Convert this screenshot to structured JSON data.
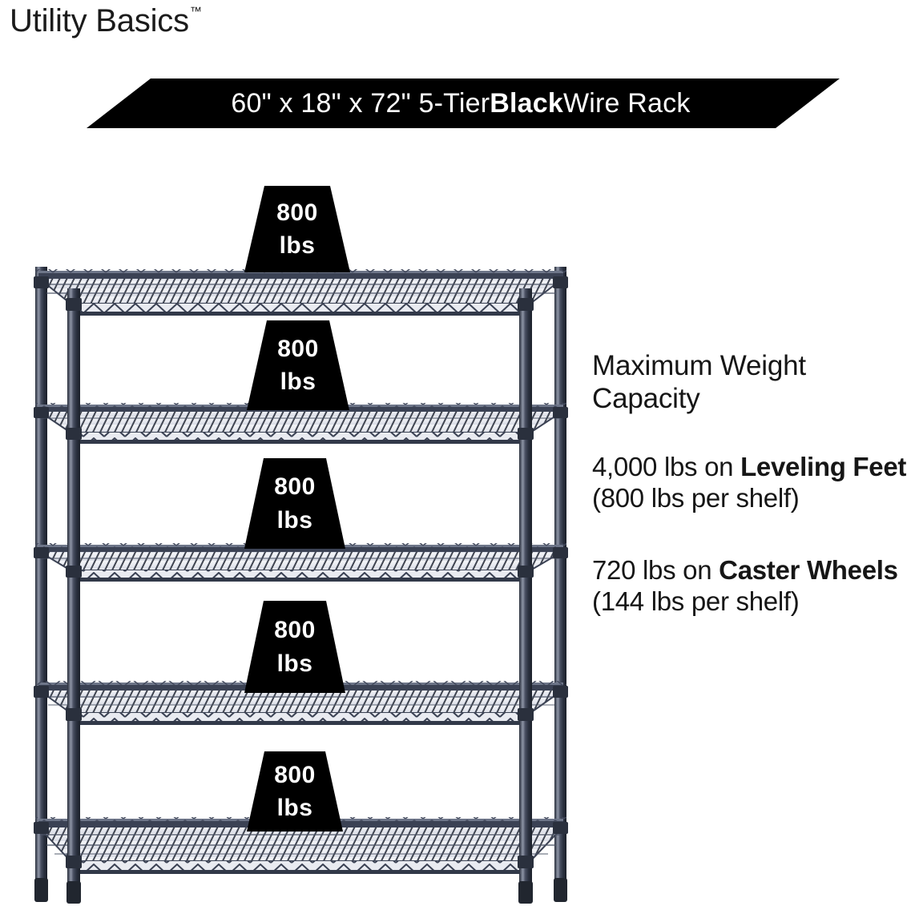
{
  "brand": {
    "name": "Utility Basics",
    "trademark": "™"
  },
  "banner": {
    "text_prefix": "60\" x 18\" x 72\" 5-Tier ",
    "text_bold": "Black",
    "text_suffix": " Wire Rack",
    "background_color": "#000000",
    "text_color": "#ffffff"
  },
  "product": {
    "width_in": "60\"",
    "depth_in": "18\"",
    "height_in": "72\"",
    "tiers": "5-Tier",
    "color_name": "Black",
    "type": "Wire Rack",
    "frame_color": "#343b4b"
  },
  "shelves": [
    {
      "index": 1,
      "badge_value": "800",
      "badge_unit": "lbs"
    },
    {
      "index": 2,
      "badge_value": "800",
      "badge_unit": "lbs"
    },
    {
      "index": 3,
      "badge_value": "800",
      "badge_unit": "lbs"
    },
    {
      "index": 4,
      "badge_value": "800",
      "badge_unit": "lbs"
    },
    {
      "index": 5,
      "badge_value": "800",
      "badge_unit": "lbs"
    }
  ],
  "capacity": {
    "heading": "Maximum Weight Capacity",
    "leveling": {
      "amount": "4,000 lbs on ",
      "emphasis": "Leveling Feet",
      "detail": " (800 lbs per shelf)"
    },
    "caster": {
      "amount": "720 lbs on ",
      "emphasis": "Caster Wheels",
      "detail": " (144 lbs per shelf)"
    }
  }
}
